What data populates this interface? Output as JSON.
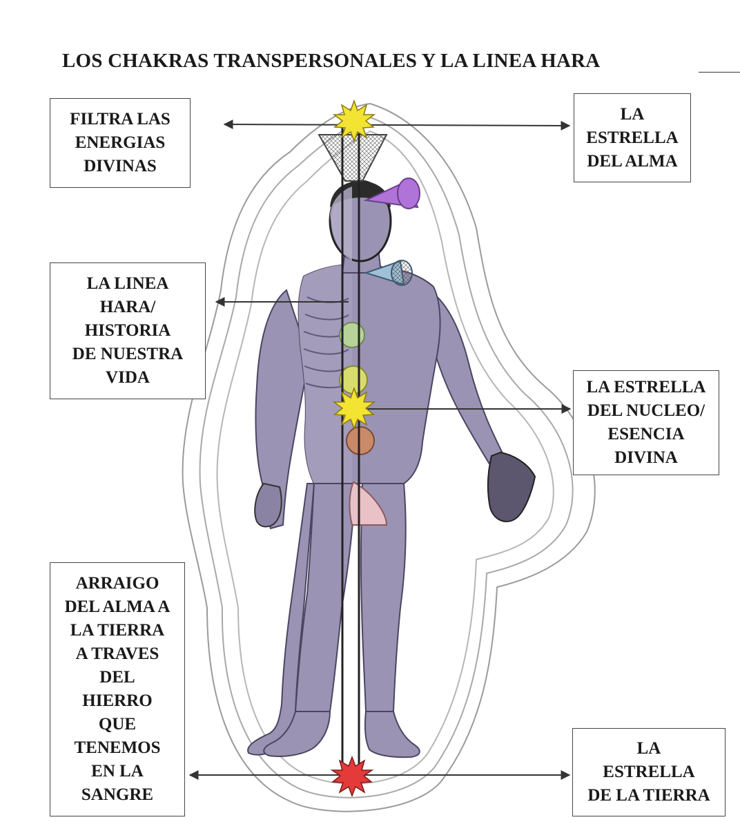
{
  "title": "LOS CHAKRAS TRANSPERSONALES Y LA LINEA HARA",
  "labels": {
    "filtra": [
      "FILTRA LAS",
      "ENERGIAS",
      "DIVINAS"
    ],
    "estrella_alma": [
      "LA",
      "ESTRELLA",
      "DEL ALMA"
    ],
    "linea_hara": [
      "LA LINEA",
      "HARA/",
      "HISTORIA",
      "DE NUESTRA",
      "VIDA"
    ],
    "estrella_nucleo": [
      "LA ESTRELLA",
      "DEL NUCLEO/",
      "ESENCIA",
      "DIVINA"
    ],
    "arraigo": [
      "ARRAIGO",
      "DEL ALMA A",
      "LA TIERRA",
      "A TRAVES",
      "DEL",
      "HIERRO",
      "QUE",
      "TENEMOS",
      "EN LA",
      "SANGRE"
    ],
    "estrella_tierra": [
      "LA",
      "ESTRELLA",
      "DE LA TIERRA"
    ]
  },
  "colors": {
    "body": "#9a93b3",
    "body_dark": "#6d6688",
    "aura": "#9a9a9a",
    "star_yellow": "#f3e332",
    "star_red": "#e43a3a",
    "third_eye": "#b073d8",
    "throat": "#9fc0d6",
    "heart": "#b7d39a",
    "solar": "#d8dc6e",
    "sacral": "#c98a6a",
    "root": "#e8c2c7"
  }
}
